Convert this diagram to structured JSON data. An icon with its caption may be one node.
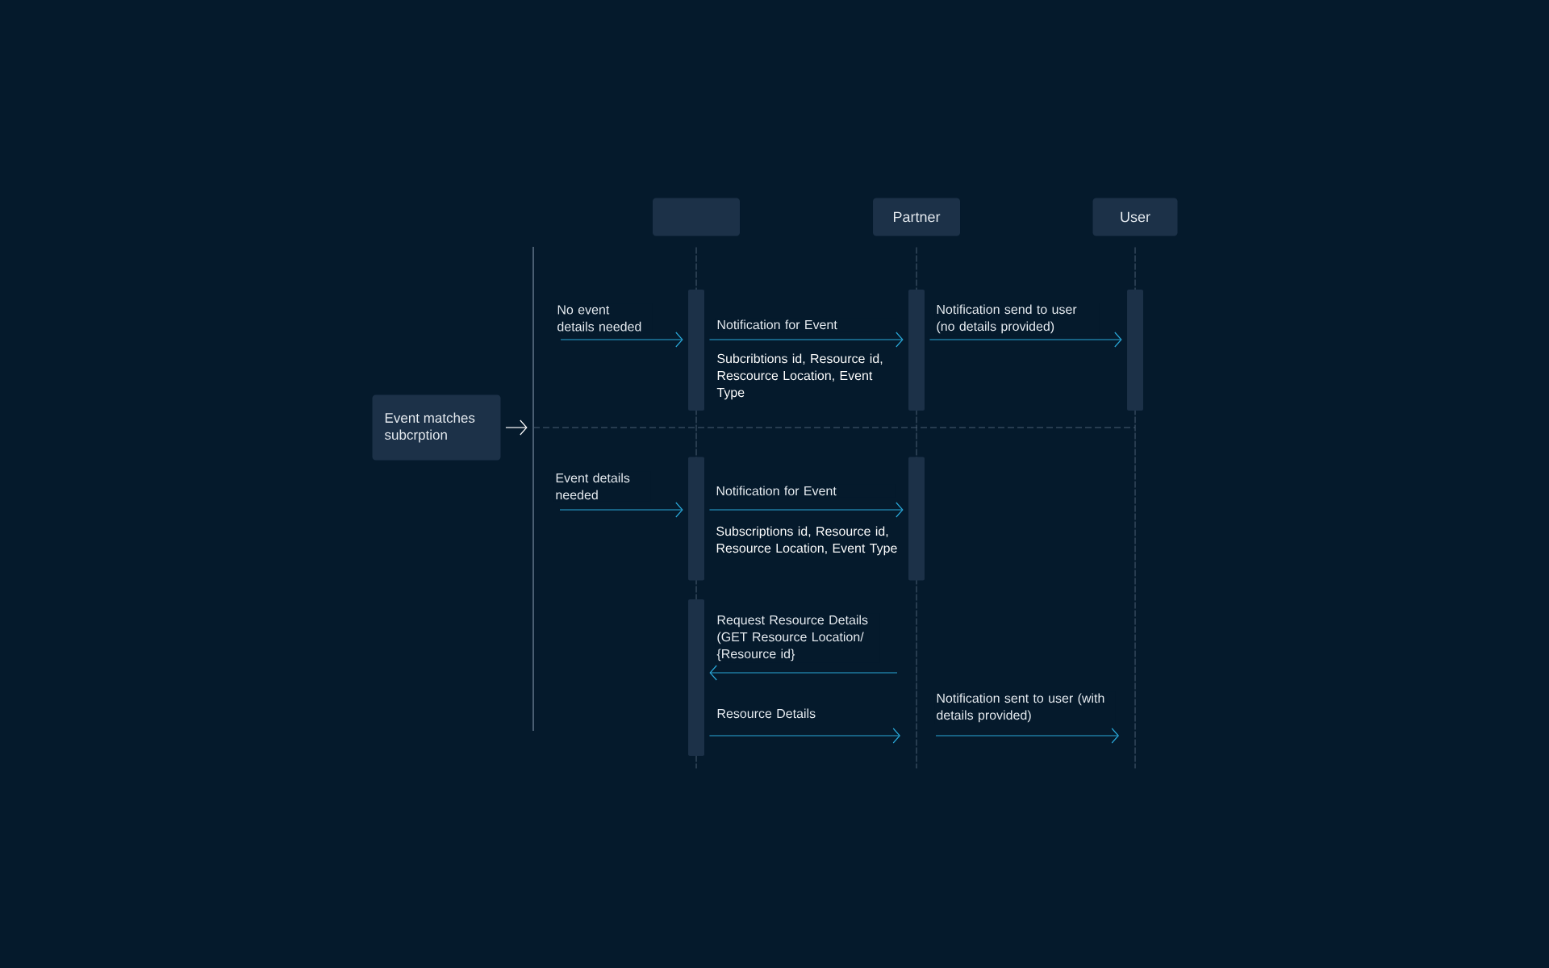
{
  "diagram": {
    "nodes": [
      {
        "text": [],
        "shape": "box"
      },
      {
        "text": [
          "Partner"
        ]
      },
      {
        "text": [
          "User"
        ]
      },
      {
        "text": [
          "Event matches subcrption"
        ]
      },
      {
        "text": [],
        "shape": "line"
      },
      {
        "text": [],
        "shape": "line"
      },
      {
        "text": [],
        "shape": "line"
      },
      {
        "text": [],
        "shape": "line"
      },
      {
        "text": [],
        "shape": "bar"
      },
      {
        "text": [],
        "shape": "bar"
      },
      {
        "text": [],
        "shape": "bar"
      },
      {
        "text": [],
        "shape": "bar"
      },
      {
        "text": [],
        "shape": "bar"
      },
      {
        "text": [],
        "shape": "bar"
      }
    ],
    "edges": [
      {
        "from": 3,
        "to": 4,
        "arrow": "to",
        "color": "#ffffff"
      },
      {
        "from": null,
        "to": 8,
        "arrow": "to",
        "label": "No event details needed"
      },
      {
        "from": 8,
        "to": 9,
        "arrow": "to",
        "label": "Notification for Event"
      },
      {
        "from": 9,
        "to": 10,
        "arrow": "to",
        "label": "Notification send to user (no details provided)"
      },
      {
        "from": null,
        "to": 11,
        "arrow": "to",
        "label": "Event details needed"
      },
      {
        "from": 11,
        "to": 12,
        "arrow": "to",
        "label": "Notification for Event"
      },
      {
        "from": 6,
        "to": 13,
        "arrow": "to",
        "label": "Request Resource Details (GET Resource Location/ {Resource id}"
      },
      {
        "from": 13,
        "to": 6,
        "arrow": "to",
        "label": "Resource Details"
      },
      {
        "from": 6,
        "to": 7,
        "arrow": "to",
        "label": "Notification sent to user (with details provided)"
      }
    ],
    "labels": [
      "Subcribtions id, Resource id, Rescource Location, Event Type",
      "Subscriptions id, Resource id, Resource Location, Event Type"
    ]
  }
}
